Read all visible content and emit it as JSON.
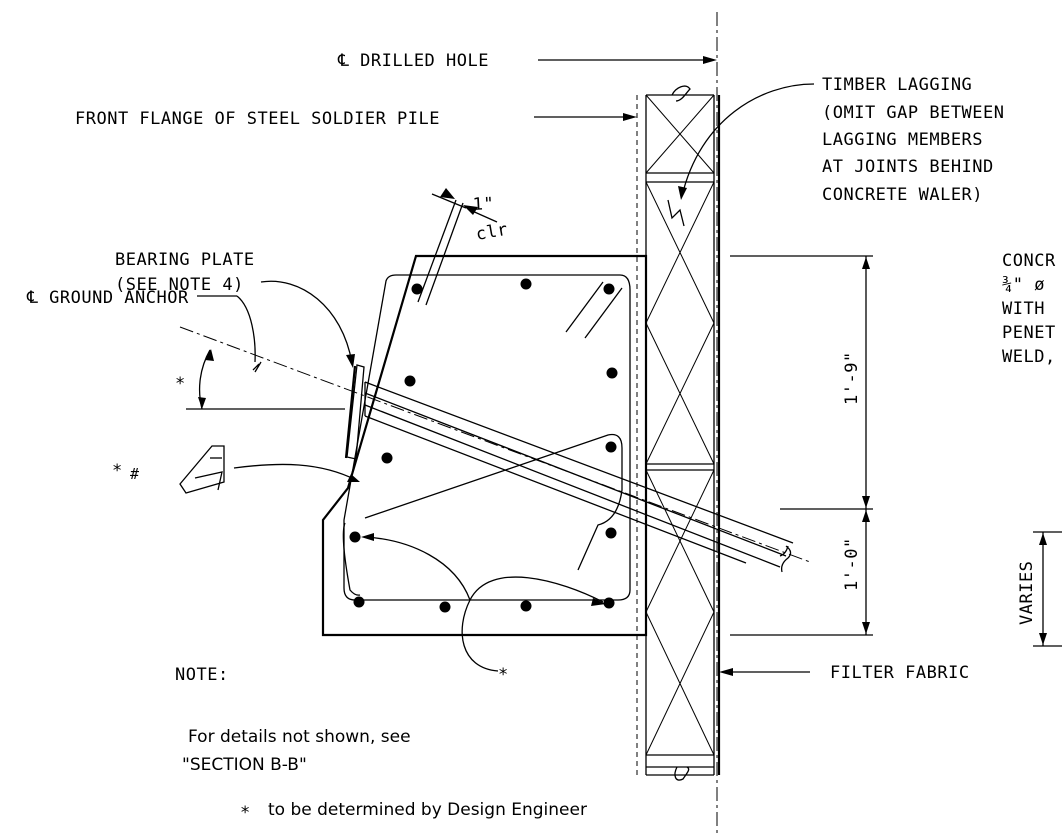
{
  "labels": {
    "drilled_hole": "℄ DRILLED HOLE",
    "front_flange": "FRONT FLANGE OF STEEL SOLDIER PILE",
    "lagging_1": "TIMBER LAGGING",
    "lagging_2": "(OMIT GAP BETWEEN",
    "lagging_3": "LAGGING MEMBERS",
    "lagging_4": "AT JOINTS BEHIND",
    "lagging_5": "CONCRETE WALER)",
    "bearing_1": "BEARING PLATE",
    "bearing_2": "(SEE NOTE 4)",
    "ground_anchor": "℄ GROUND ANCHOR",
    "concr_1": "CONCR",
    "concr_2": "¾\" ø",
    "concr_3": "WITH",
    "concr_4": "PENET",
    "concr_5": "WELD,",
    "filter_fabric": "FILTER FABRIC",
    "varies": "VARIES",
    "dim_1_9": "1'-9\"",
    "dim_1_0": "1'-0\"",
    "clr_in": "1\"",
    "clr_txt": "clr",
    "star": "*",
    "hash": "#"
  },
  "notes": {
    "heading": "NOTE:",
    "line1": "For details not shown, see",
    "line2": "\"SECTION B-B\"",
    "footnote_star": "*",
    "footnote": "to be determined by Design Engineer"
  }
}
